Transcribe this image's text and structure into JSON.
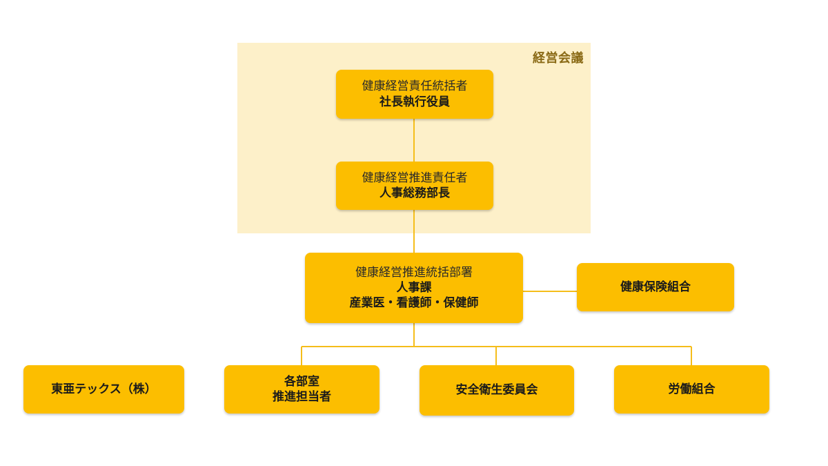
{
  "group": {
    "label": "経営会議"
  },
  "nodes": {
    "chief_officer": {
      "role": "健康経営責任統括者",
      "name": "社長執行役員"
    },
    "promotion_manager": {
      "role": "健康経営推進責任者",
      "name": "人事総務部長"
    },
    "hq_department": {
      "role": "健康経営推進統括部署",
      "name": "人事課",
      "staff": "産業医・看護師・保健師"
    },
    "health_insurance": {
      "name": "健康保険組合"
    },
    "toa_tex": {
      "name": "東亜テックス（株）"
    },
    "dept_promoters": {
      "line1": "各部室",
      "line2": "推進担当者"
    },
    "safety_committee": {
      "name": "安全衛生委員会"
    },
    "labor_union": {
      "name": "労働組合"
    }
  },
  "colors": {
    "node_fill": "#fcbe00",
    "connector": "#f5bd1a",
    "group_fill": "#fdf0c9",
    "group_label": "#8a6a16"
  }
}
